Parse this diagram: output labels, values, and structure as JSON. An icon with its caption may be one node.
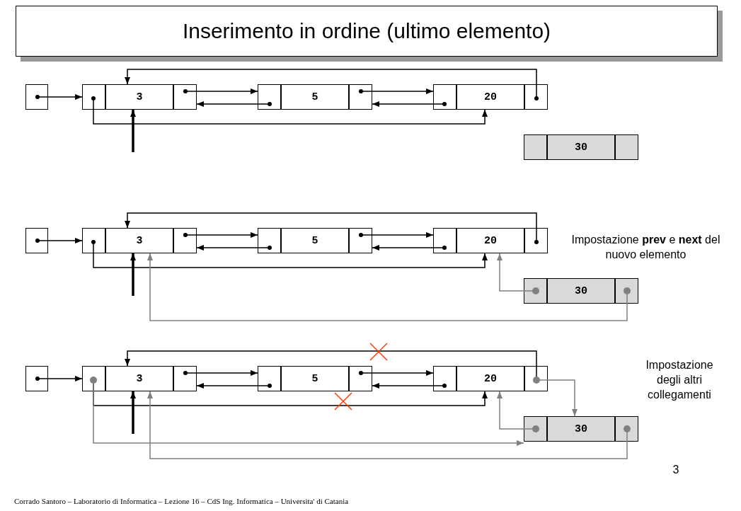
{
  "diagram": {
    "title": "Inserimento in ordine (ultimo elemento)",
    "caption": "Corrado Santoro – Laboratorio di Informatica – Lezione 16 – CdS Ing. Informatica – Universita' di Catania",
    "nodes": [
      {
        "text": [],
        "shape": "box"
      },
      {
        "text": [],
        "shape": "box"
      },
      {
        "text": [
          "3"
        ]
      },
      {
        "text": [],
        "shape": "box"
      },
      {
        "text": [],
        "shape": "box"
      },
      {
        "text": [
          "5"
        ]
      },
      {
        "text": [],
        "shape": "box"
      },
      {
        "text": [],
        "shape": "box"
      },
      {
        "text": [
          "20"
        ]
      },
      {
        "text": [],
        "shape": "box"
      },
      {
        "text": [],
        "shape": "box"
      },
      {
        "text": [
          "30"
        ]
      },
      {
        "text": [],
        "shape": "box"
      },
      {
        "text": [],
        "shape": "box"
      },
      {
        "text": [],
        "shape": "box"
      },
      {
        "text": [
          "3"
        ]
      },
      {
        "text": [],
        "shape": "box"
      },
      {
        "text": [],
        "shape": "box"
      },
      {
        "text": [
          "5"
        ]
      },
      {
        "text": [],
        "shape": "box"
      },
      {
        "text": [],
        "shape": "box"
      },
      {
        "text": [
          "20"
        ]
      },
      {
        "text": [],
        "shape": "box"
      },
      {
        "text": [],
        "shape": "box"
      },
      {
        "text": [
          "30"
        ]
      },
      {
        "text": [],
        "shape": "box"
      },
      {
        "text": [],
        "shape": "box"
      },
      {
        "text": [],
        "shape": "box"
      },
      {
        "text": [
          "3"
        ]
      },
      {
        "text": [],
        "shape": "box"
      },
      {
        "text": [],
        "shape": "box"
      },
      {
        "text": [
          "5"
        ]
      },
      {
        "text": [],
        "shape": "box"
      },
      {
        "text": [],
        "shape": "box"
      },
      {
        "text": [
          "20"
        ]
      },
      {
        "text": [],
        "shape": "box"
      },
      {
        "text": [],
        "shape": "box"
      },
      {
        "text": [
          "30"
        ]
      },
      {
        "text": [],
        "shape": "box"
      }
    ],
    "edges": [
      {
        "from": 0,
        "to": 1,
        "arrow": "to"
      },
      {
        "from": 3,
        "to": 4,
        "arrow": "to"
      },
      {
        "from": 4,
        "to": 3,
        "arrow": "to"
      },
      {
        "from": 6,
        "to": 7,
        "arrow": "to"
      },
      {
        "from": 7,
        "to": 6,
        "arrow": "to"
      },
      {
        "from": 9,
        "to": 2,
        "arrow": "to"
      },
      {
        "from": 1,
        "to": 8,
        "arrow": "to"
      },
      {
        "from": null,
        "to": 2,
        "arrow": "to",
        "style": "thick"
      },
      {
        "from": 13,
        "to": 14,
        "arrow": "to"
      },
      {
        "from": 16,
        "to": 17,
        "arrow": "to"
      },
      {
        "from": 17,
        "to": 16,
        "arrow": "to"
      },
      {
        "from": 19,
        "to": 20,
        "arrow": "to"
      },
      {
        "from": 20,
        "to": 19,
        "arrow": "to"
      },
      {
        "from": 22,
        "to": 15,
        "arrow": "to"
      },
      {
        "from": 14,
        "to": 21,
        "arrow": "to"
      },
      {
        "from": null,
        "to": 15,
        "arrow": "to",
        "style": "thick"
      },
      {
        "from": 23,
        "to": 21,
        "arrow": "to",
        "color": "#808080"
      },
      {
        "from": 25,
        "to": 15,
        "arrow": "to",
        "color": "#808080"
      },
      {
        "from": 26,
        "to": 27,
        "arrow": "to"
      },
      {
        "from": 29,
        "to": 30,
        "arrow": "to"
      },
      {
        "from": 30,
        "to": 29,
        "arrow": "to"
      },
      {
        "from": 32,
        "to": 33,
        "arrow": "to"
      },
      {
        "from": 33,
        "to": 32,
        "arrow": "to"
      },
      {
        "from": 35,
        "to": 28,
        "arrow": "to"
      },
      {
        "from": 27,
        "to": 34,
        "arrow": "to"
      },
      {
        "from": null,
        "to": 28,
        "arrow": "to",
        "style": "thick"
      },
      {
        "from": 36,
        "to": 34,
        "arrow": "to",
        "color": "#808080"
      },
      {
        "from": 38,
        "to": 28,
        "arrow": "to",
        "color": "#808080"
      },
      {
        "from": 27,
        "to": 36,
        "arrow": "to",
        "color": "#808080"
      },
      {
        "from": 35,
        "to": 37,
        "arrow": "to",
        "color": "#808080"
      }
    ],
    "labels": [
      "Impostazione **prev** e **next** del nuovo elemento",
      "Impostazione degli altri collegamenti",
      "3"
    ]
  }
}
